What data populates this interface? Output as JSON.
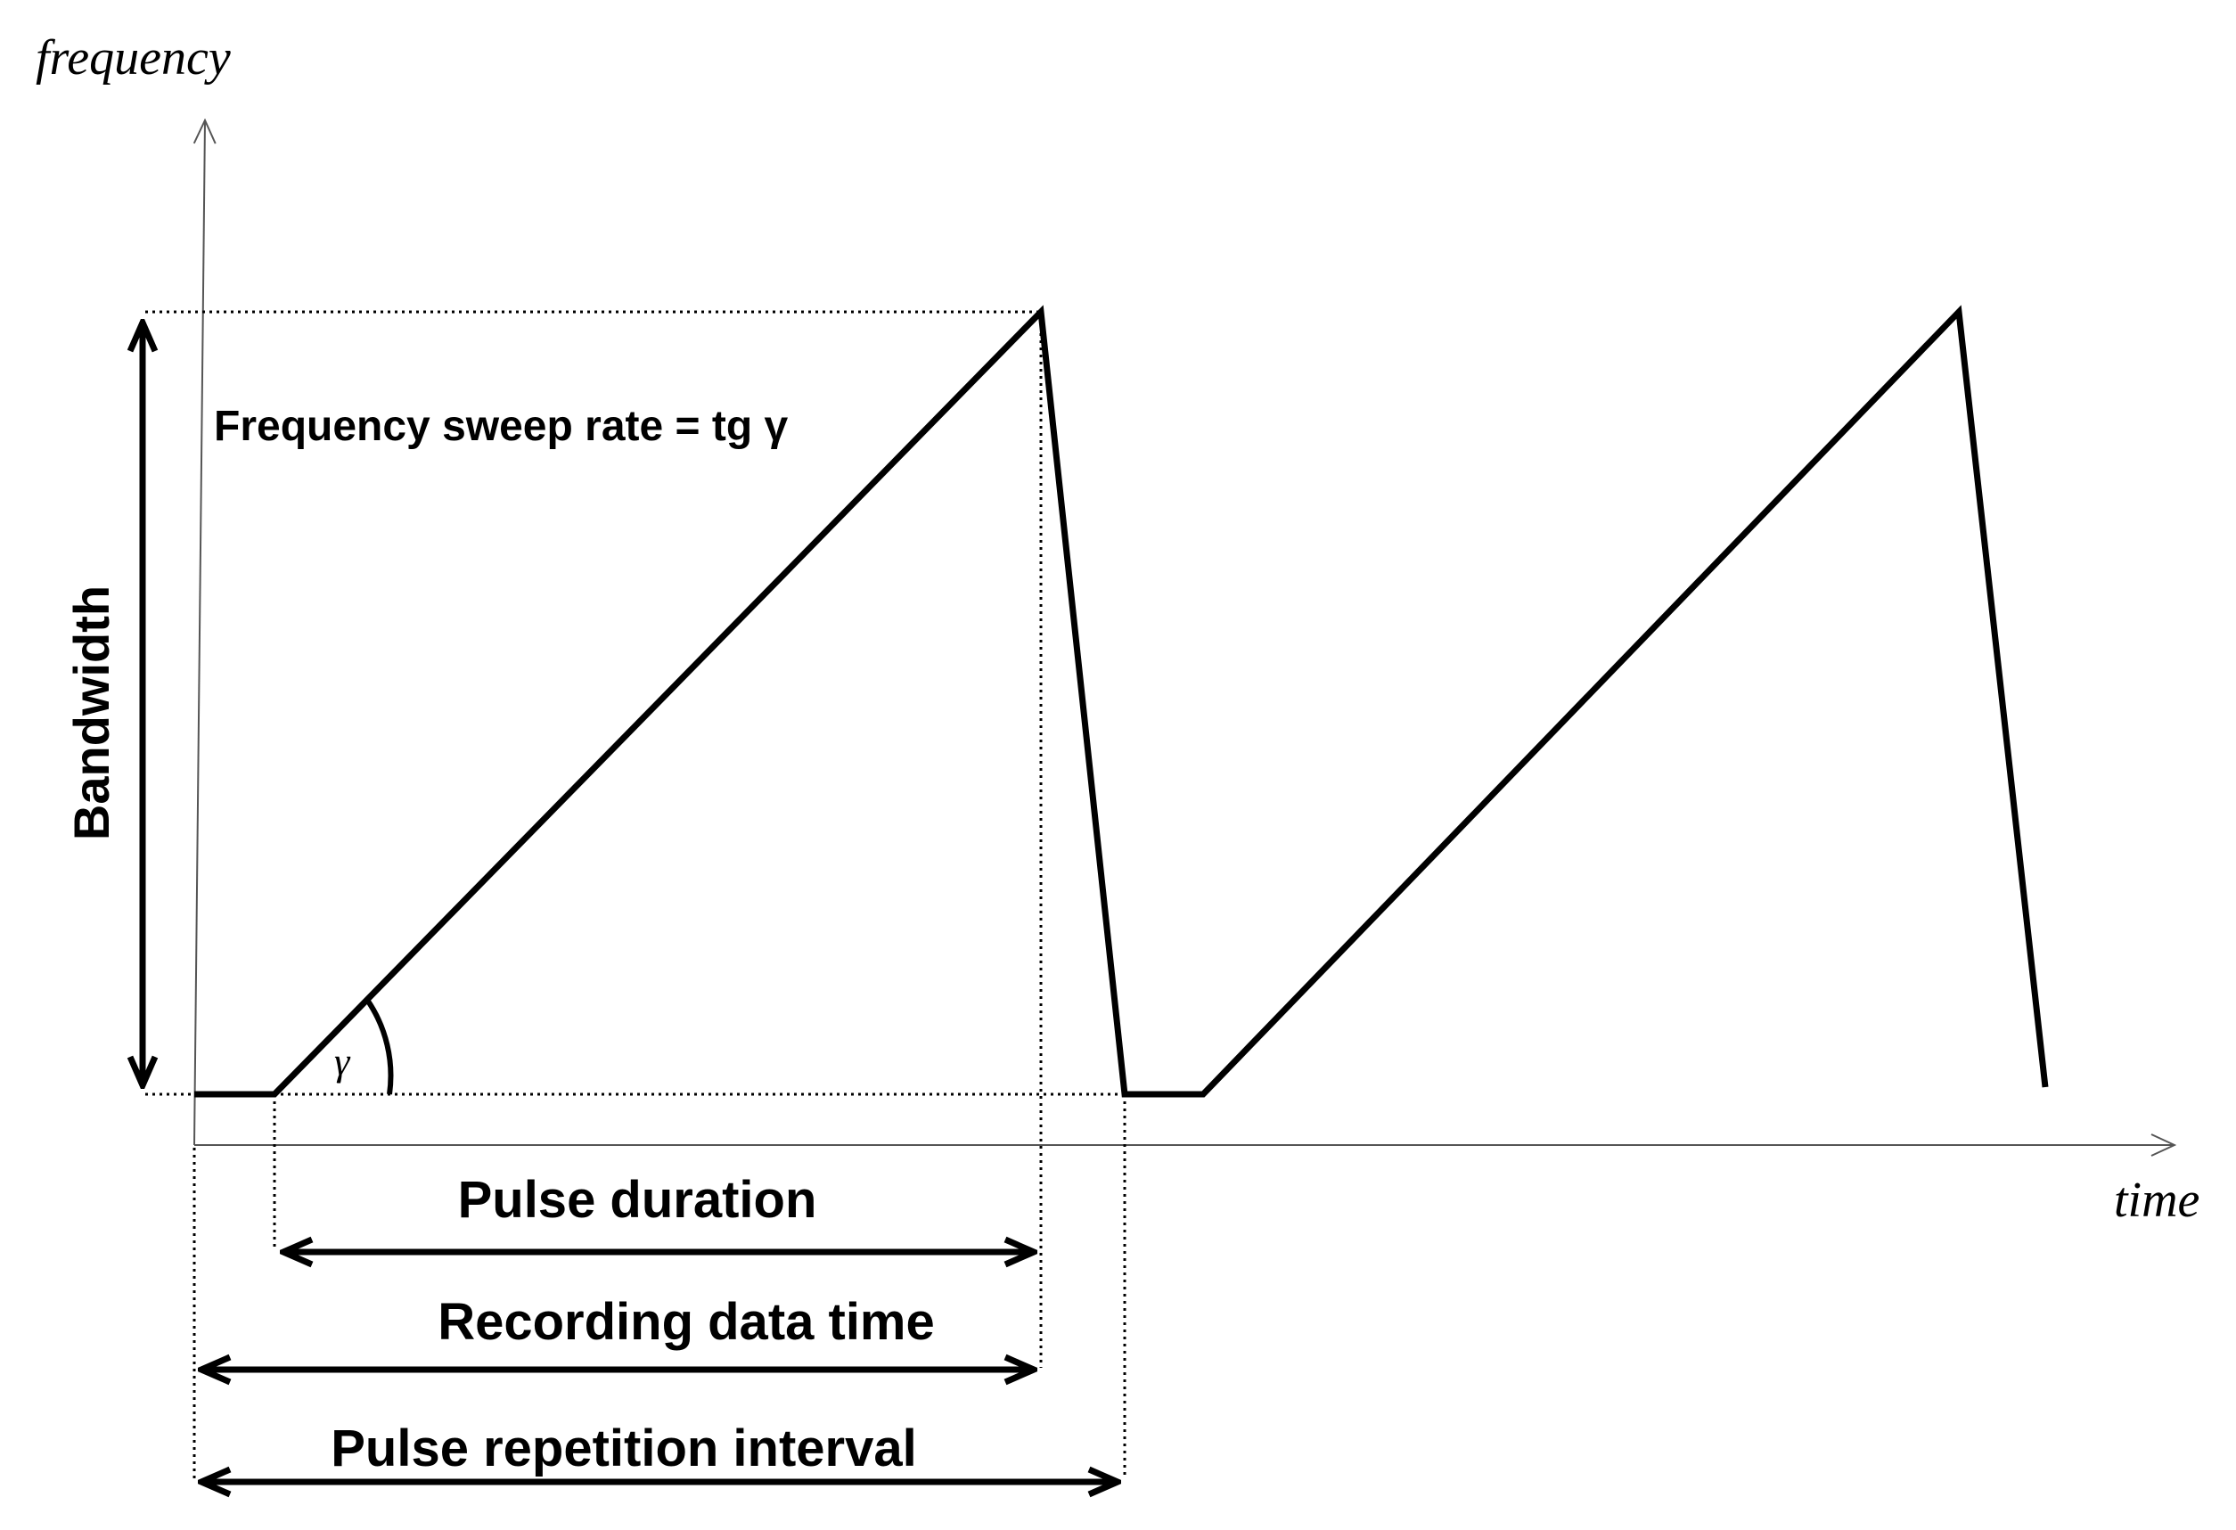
{
  "axes": {
    "y_label": "frequency",
    "x_label": "time"
  },
  "labels": {
    "sweep_rate": "Frequency sweep rate = tg γ",
    "angle_symbol": "γ",
    "bandwidth": "Bandwidth",
    "pulse_duration": "Pulse duration",
    "recording_data_time": "Recording data time",
    "pulse_repetition_interval": "Pulse repetition interval"
  }
}
